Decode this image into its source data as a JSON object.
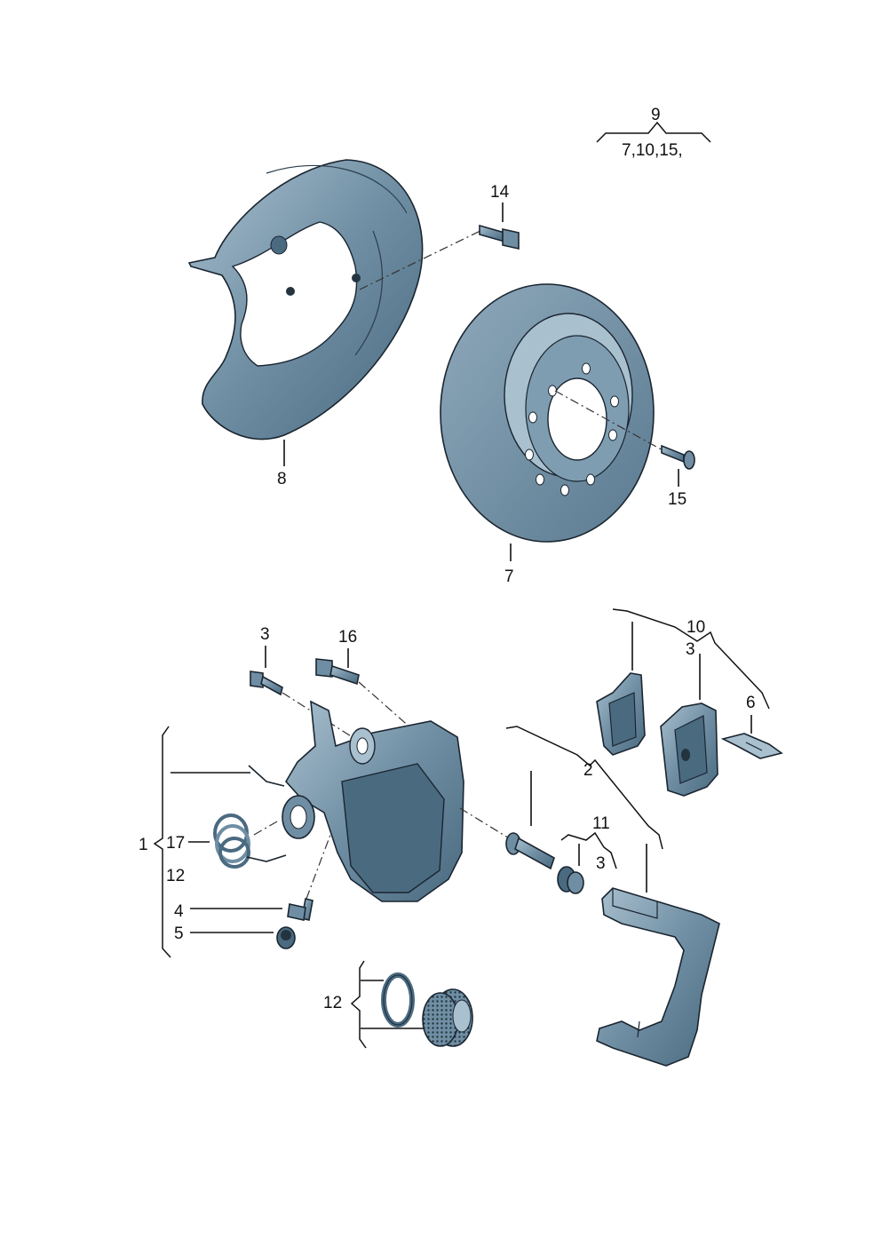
{
  "diagram": {
    "colors": {
      "metal_dark": "#4a6a80",
      "metal_mid": "#6f8ea3",
      "metal_light": "#a9c0cf",
      "outline": "#1a2530"
    },
    "labels": {
      "l9": "9",
      "l9_group": "7,10,15,",
      "l14": "14",
      "l8": "8",
      "l15": "15",
      "l7": "7",
      "l3_bolt": "3",
      "l16": "16",
      "l10": "10",
      "l3_pads": "3",
      "l6": "6",
      "l2": "2",
      "l11": "11",
      "l3_guide": "3",
      "l1": "1",
      "l17": "17",
      "l12_caliper": "12",
      "l4": "4",
      "l5": "5",
      "l12_repair": "12"
    }
  }
}
